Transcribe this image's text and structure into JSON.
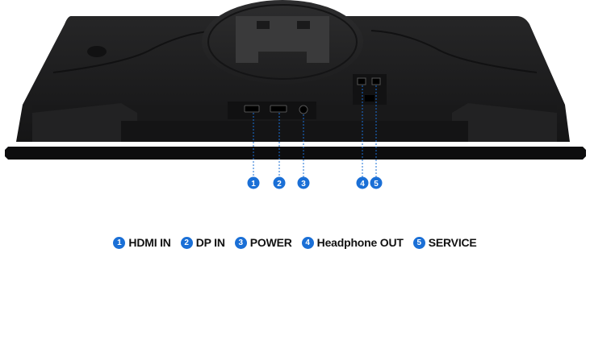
{
  "colors": {
    "monitor_body": "#1c1c1d",
    "monitor_dark": "#0d0d0e",
    "callout_blue": "#1a6fd6",
    "background": "#ffffff"
  },
  "callouts": [
    {
      "number": "1",
      "label": "HDMI IN"
    },
    {
      "number": "2",
      "label": "DP IN"
    },
    {
      "number": "3",
      "label": "POWER"
    },
    {
      "number": "4",
      "label": "Headphone OUT"
    },
    {
      "number": "5",
      "label": "SERVICE"
    }
  ]
}
